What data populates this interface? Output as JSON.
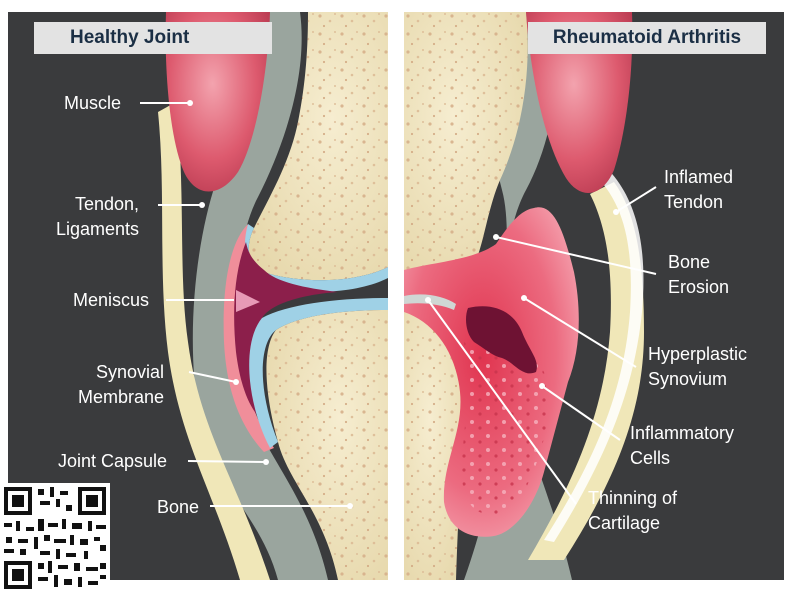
{
  "left_panel": {
    "title": "Healthy Joint",
    "labels": {
      "muscle": "Muscle",
      "tendon_ligaments": "Tendon,\nLigaments",
      "meniscus": "Meniscus",
      "synovial_membrane": "Synovial\nMembrane",
      "joint_capsule": "Joint Capsule",
      "bone": "Bone"
    }
  },
  "right_panel": {
    "title": "Rheumatoid Arthritis",
    "labels": {
      "inflamed_tendon": "Inflamed\nTendon",
      "bone_erosion": "Bone\nErosion",
      "hyperplastic_synovium": "Hyperplastic\nSynovium",
      "inflammatory_cells": "Inflammatory\nCells",
      "thinning_of_cartilage": "Thinning of\nCartilage"
    }
  },
  "colors": {
    "background": "#3a3b3d",
    "title_bg": "#e3e3e3",
    "title_text": "#1b2f45",
    "bone": "#efe3bd",
    "bone_pores": "#d8b48e",
    "muscle": "#d9556a",
    "tendon": "#f0e7b8",
    "capsule": "#9aa59e",
    "cartilage": "#9fd1e6",
    "synovium": "#f08e9a",
    "meniscus": "#8c1f4b",
    "inflammation": "#e84a63",
    "label_text": "#ffffff"
  },
  "qr_code": "qr-code-icon"
}
